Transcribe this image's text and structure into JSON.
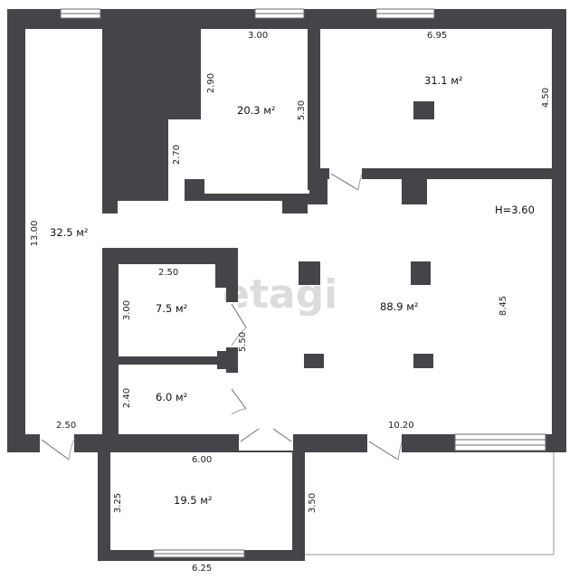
{
  "watermark": "etagi",
  "ceiling_height": "H=3.60",
  "rooms": [
    {
      "id": "left-hall",
      "area": "32.5 м²"
    },
    {
      "id": "top-middle",
      "area": "20.3 м²"
    },
    {
      "id": "top-right",
      "area": "31.1 м²"
    },
    {
      "id": "main-hall",
      "area": "88.9 м²"
    },
    {
      "id": "small-a",
      "area": "7.5 м²"
    },
    {
      "id": "small-b",
      "area": "6.0 м²"
    },
    {
      "id": "bottom-room",
      "area": "19.5 м²"
    }
  ],
  "dimensions": {
    "top_middle_width": "3.00",
    "top_middle_left": "2.90",
    "top_middle_right": "5.30",
    "top_middle_notch": "2.70",
    "top_right_width": "6.95",
    "top_right_height": "4.50",
    "left_hall_height": "13.00",
    "left_hall_bottom": "2.50",
    "small_a_width": "2.50",
    "small_a_height": "3.00",
    "small_side": "5.50",
    "small_b_height": "2.40",
    "main_hall_height": "8.45",
    "main_hall_width": "10.20",
    "bottom_top": "6.00",
    "bottom_left": "3.25",
    "bottom_right": "3.50",
    "bottom_width": "6.25"
  }
}
